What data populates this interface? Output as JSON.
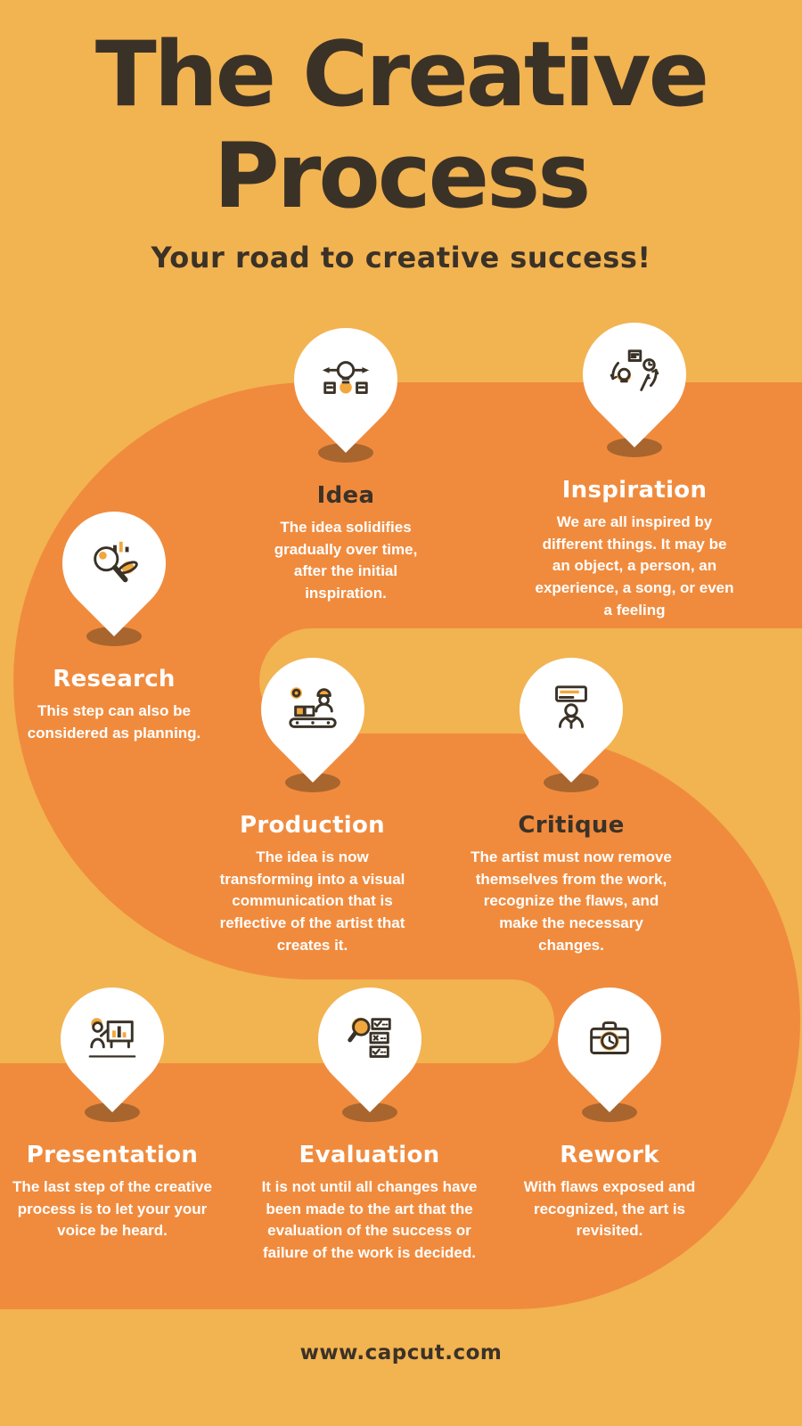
{
  "page": {
    "title_line1": "The Creative",
    "title_line2": "Process",
    "subtitle": "Your road to creative success!",
    "footer": "www.capcut.com"
  },
  "colors": {
    "background_yellow": "#F2B351",
    "road_orange": "#F08B3E",
    "title_dark_brown": "#3B3227",
    "pin_white": "#FFFFFF",
    "pin_shadow_brown": "#A9652E",
    "icon_accent_yellow": "#F2A73D",
    "body_text": "#FFFFFF"
  },
  "steps": [
    {
      "name": "Idea",
      "icon": "lightbulb-with-pencils-icon",
      "title_style": "dark",
      "description": "The idea solidifies gradually over time, after the initial inspiration."
    },
    {
      "name": "Inspiration",
      "icon": "bulb-idea-cycle-icon",
      "title_style": "light",
      "description": "We are all inspired by different things.  It may be an object, a person, an experience, a song, or even a feeling"
    },
    {
      "name": "Research",
      "icon": "magnifier-with-chart-icon",
      "title_style": "light",
      "description": "This step can also be considered as planning."
    },
    {
      "name": "Production",
      "icon": "conveyor-worker-icon",
      "title_style": "light",
      "description": "The idea is now transforming into a visual communication that is reflective of the artist that creates it."
    },
    {
      "name": "Critique",
      "icon": "reviewer-person-icon",
      "title_style": "dark",
      "description": "The artist must now remove themselves from the work, recognize the flaws, and make the necessary changes."
    },
    {
      "name": "Presentation",
      "icon": "presenter-whiteboard-icon",
      "title_style": "light",
      "description": "The last step of the creative process is to let your your voice be heard."
    },
    {
      "name": "Evaluation",
      "icon": "magnifier-checklist-icon",
      "title_style": "light",
      "description": "It is not until all changes have been made to the art that the evaluation of the success or failure of the work is decided."
    },
    {
      "name": "Rework",
      "icon": "briefcase-clock-icon",
      "title_style": "light",
      "description": "With flaws exposed and recognized, the art is revisited."
    }
  ]
}
